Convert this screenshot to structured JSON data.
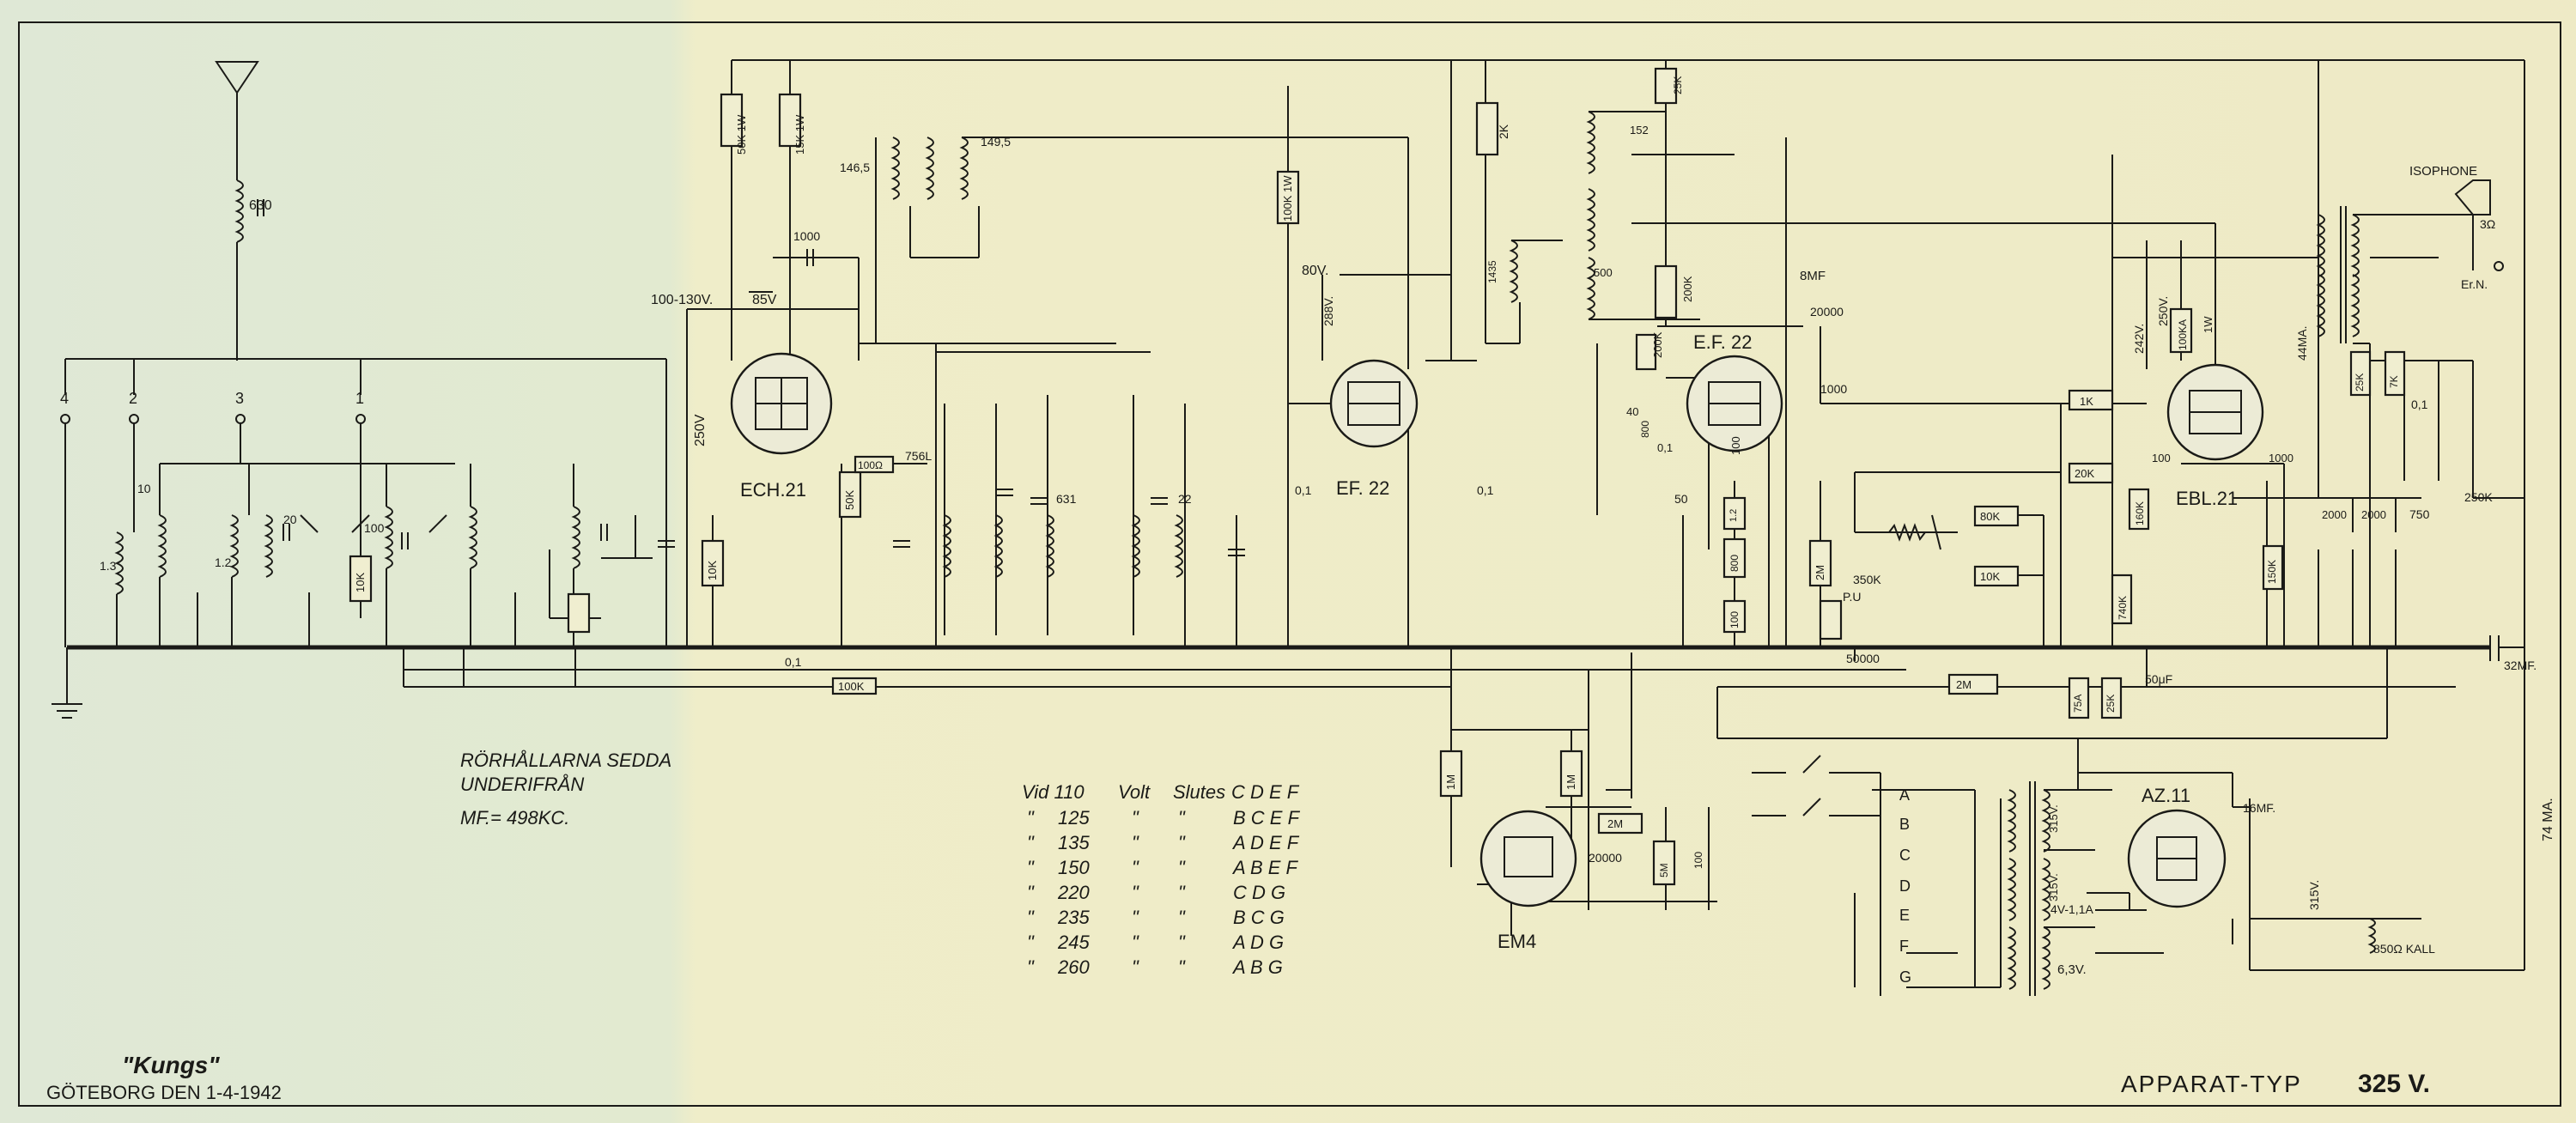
{
  "colors": {
    "paper": "#eeecc9",
    "paper_left": "#dfe8d6",
    "ink": "#1a1a17"
  },
  "notes": {
    "line1": "RÖRHÅLLARNA SEDDA",
    "line2": "UNDERIFRÅN",
    "line3": "MF.= 498KC."
  },
  "maker": {
    "brand": "\"Kungs\"",
    "place_date": "GÖTEBORG DEN 1-4-1942"
  },
  "model": {
    "label": "APPARAT-TYP",
    "number": "325 V."
  },
  "voltage_table": {
    "header": [
      "Vid 110",
      "Volt",
      "Slutes",
      "C D E F"
    ],
    "rows": [
      {
        "mark": "\"",
        "volt": "125",
        "r1": "\"",
        "r2": "\"",
        "combo": "B C E F"
      },
      {
        "mark": "\"",
        "volt": "135",
        "r1": "\"",
        "r2": "\"",
        "combo": "A D E F"
      },
      {
        "mark": "\"",
        "volt": "150",
        "r1": "\"",
        "r2": "\"",
        "combo": "A B E F"
      },
      {
        "mark": "\"",
        "volt": "220",
        "r1": "\"",
        "r2": "\"",
        "combo": "C D G"
      },
      {
        "mark": "\"",
        "volt": "235",
        "r1": "\"",
        "r2": "\"",
        "combo": "B C G"
      },
      {
        "mark": "\"",
        "volt": "245",
        "r1": "\"",
        "r2": "\"",
        "combo": "A D G"
      },
      {
        "mark": "\"",
        "volt": "260",
        "r1": "\"",
        "r2": "\"",
        "combo": "A B G"
      }
    ]
  },
  "tubes": {
    "ech21": "ECH.21",
    "ef22a": "EF. 22",
    "ef22b": "E.F. 22",
    "ebl21": "EBL.21",
    "em4": "EM4",
    "az11": "AZ.11"
  },
  "resistors": {
    "r50k_1w": "50K 1W",
    "r15k_1w": "15K 1W",
    "r2k": "2K",
    "r25k_top": "25K",
    "r100k_1w": "100K 1W",
    "r10k_a": "10K",
    "r100o": "100Ω",
    "r50k": "50K",
    "r10k_b": "10K",
    "r100k_bot": "100K",
    "r200k_a": "200K",
    "r200k_b": "200K",
    "r800": "800",
    "r1k": "1K",
    "r20k": "20K",
    "r80k": "80K",
    "r10k_c": "10K",
    "r2m_a": "2M",
    "r1_2": "1.2",
    "r800_b": "800",
    "r100_b": "100",
    "r160k": "160K",
    "r740k": "740K",
    "r100ka": "100KA",
    "r25k": "25K",
    "r7k": "7K",
    "r150k": "150K",
    "r2m_b": "2M",
    "r75a": "75A",
    "r25k_b": "25K",
    "r1m_a": "1M",
    "r1m_b": "1M",
    "r2m_c": "2M",
    "r5m": "5M",
    "r100_c": "100"
  },
  "labels": {
    "ant_coil": "630",
    "sw4": "4",
    "sw2": "2",
    "sw3": "3",
    "sw1": "1",
    "c1_3": "1.3",
    "c1_2": "1.2",
    "c10": "10",
    "c20": "20",
    "c100": "100",
    "v100_130": "100-130V.",
    "v85": "85V",
    "v250": "250V",
    "c1000": "1000",
    "coil146": "146,5",
    "coil149": "149,5",
    "c756": "756L",
    "c631": "631",
    "c22": "22",
    "c01": "0,1",
    "c01b": "0,1",
    "c01c": "0,1",
    "v80": "80V.",
    "v288": "288V.",
    "c1435": "1435",
    "c152": "152",
    "c500": "500",
    "c8mf": "8MF",
    "c20000": "20000",
    "c1000b": "1000",
    "c40": "40",
    "c50": "50",
    "c100b": "100",
    "c_01d": "0,1",
    "r350k": "350K",
    "pu": "P.U",
    "c50000": "50000",
    "v242": "242V.",
    "v250b": "250V.",
    "w1": "1W",
    "ma44": "44MA.",
    "c1000c": "1000",
    "c100c": "100",
    "c2000": "2000",
    "c2000b": "2000",
    "c750": "750",
    "c01e": "0,1",
    "r250k": "250K",
    "c32mf": "32MF.",
    "isophone": "ISOPHONE",
    "ohm3": "3Ω",
    "er_n": "Er.N.",
    "c50uf": "50μF",
    "c16mf": "16MF.",
    "ma74": "74 MA.",
    "v315": "315V.",
    "v315b": "315V.",
    "v315c": "315V.",
    "v4": "4V-1,1A",
    "v63": "6,3V.",
    "choke": "850Ω KALL",
    "c01f": "0,1",
    "c20000b": "20000",
    "tap_a": "A",
    "tap_b": "B",
    "tap_c": "C",
    "tap_d": "D",
    "tap_e": "E",
    "tap_f": "F",
    "tap_g": "G"
  }
}
